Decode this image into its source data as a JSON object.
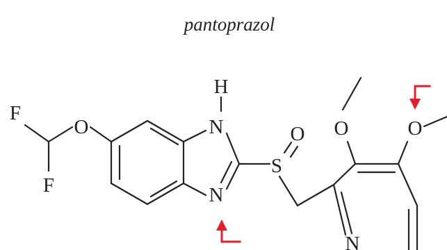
{
  "title": "pantoprazol",
  "atoms": {
    "F1": "F",
    "F2": "F",
    "O_ether": "O",
    "H": "H",
    "N_nh": "N",
    "N_imine": "N",
    "S": "S",
    "O_sulfoxide": "O",
    "O_methoxy3": "O",
    "O_methoxy4": "O",
    "N_pyridine": "N"
  },
  "colors": {
    "ink": "#222222",
    "arrow": "#e0202e",
    "background": "#ffffff"
  },
  "annotations": [
    {
      "name": "arrow-to-imine-nitrogen",
      "icon": "red-bent-arrow-icon"
    },
    {
      "name": "arrow-to-methoxy-oxygen",
      "icon": "red-bent-arrow-icon"
    }
  ]
}
